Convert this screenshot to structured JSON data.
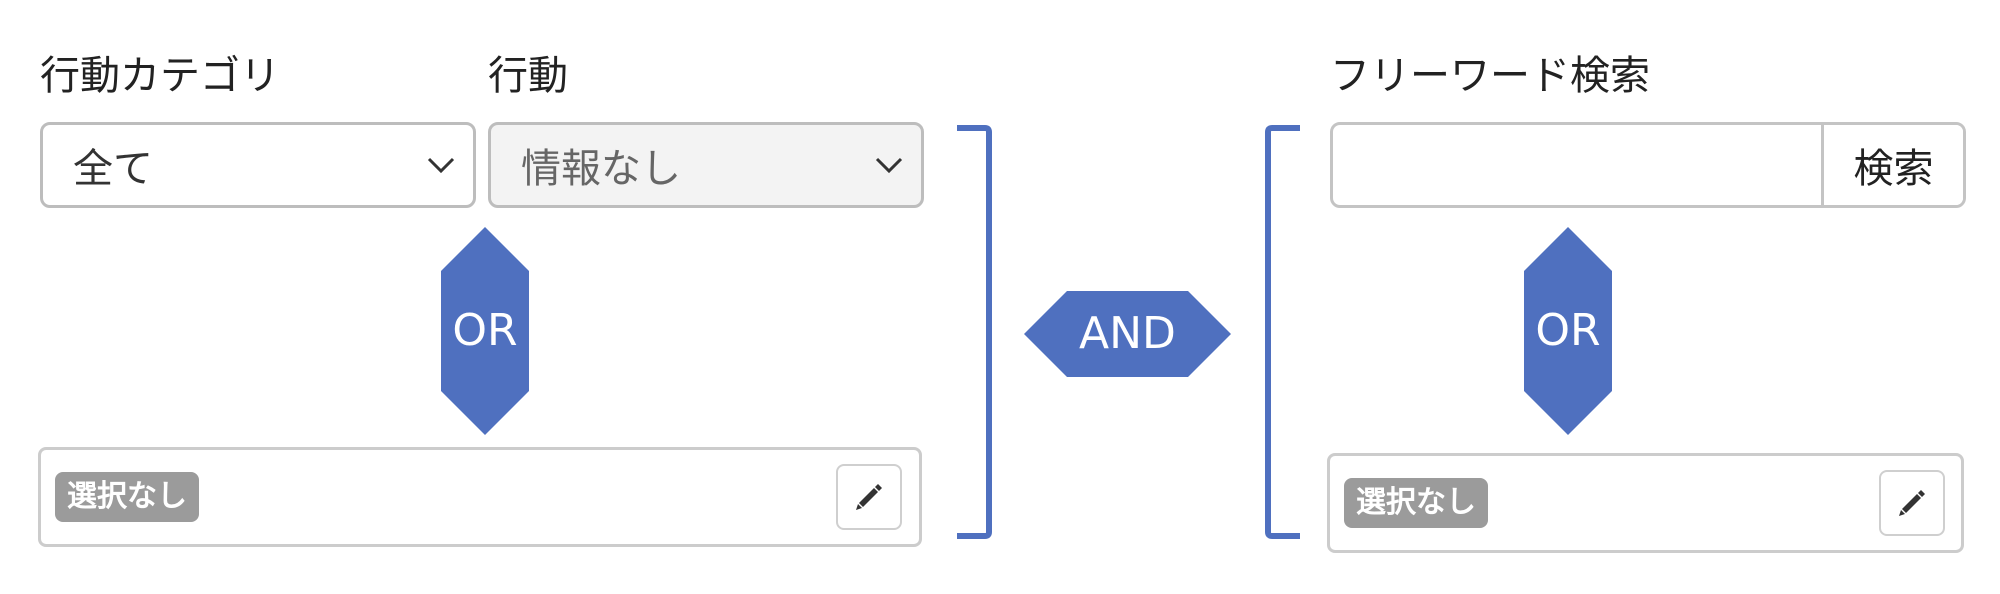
{
  "left": {
    "category_label": "行動カテゴリ",
    "action_label": "行動",
    "category_select_value": "全て",
    "action_select_value": "情報なし",
    "or_label": "OR",
    "selection_badge": "選択なし"
  },
  "connector": {
    "and_label": "AND"
  },
  "right": {
    "freeword_label": "フリーワード検索",
    "search_input_value": "",
    "search_button_label": "検索",
    "or_label": "OR",
    "selection_badge": "選択なし"
  },
  "colors": {
    "accent": "#4f70bf",
    "border": "#bdbdbd",
    "badge": "#9b9b9b"
  },
  "icons": {
    "select_chevron": "chevron-down-icon",
    "edit": "pencil-icon"
  }
}
